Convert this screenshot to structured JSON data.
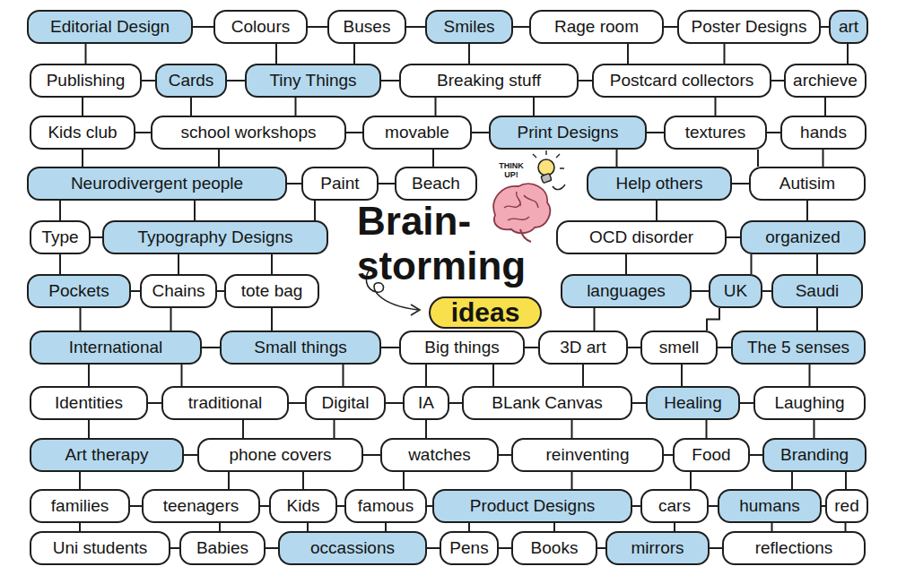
{
  "diagram": {
    "title": "Brain- storming",
    "nodes": [
      {
        "text": [
          "Editorial Design"
        ]
      },
      {
        "text": [
          "Colours"
        ]
      },
      {
        "text": [
          "Buses"
        ]
      },
      {
        "text": [
          "Smiles"
        ]
      },
      {
        "text": [
          "Rage room"
        ]
      },
      {
        "text": [
          "Poster Designs"
        ]
      },
      {
        "text": [
          "art"
        ]
      },
      {
        "text": [
          "Publishing"
        ]
      },
      {
        "text": [
          "Cards"
        ]
      },
      {
        "text": [
          "Tiny Things"
        ]
      },
      {
        "text": [
          "Breaking stuff"
        ]
      },
      {
        "text": [
          "Postcard collectors"
        ]
      },
      {
        "text": [
          "archieve"
        ]
      },
      {
        "text": [
          "Kids club"
        ]
      },
      {
        "text": [
          "school workshops"
        ]
      },
      {
        "text": [
          "movable"
        ]
      },
      {
        "text": [
          "Print Designs"
        ]
      },
      {
        "text": [
          "textures"
        ]
      },
      {
        "text": [
          "hands"
        ]
      },
      {
        "text": [
          "Neurodivergent people"
        ]
      },
      {
        "text": [
          "Paint"
        ]
      },
      {
        "text": [
          "Beach"
        ]
      },
      {
        "text": [
          "Help others"
        ]
      },
      {
        "text": [
          "Autisim"
        ]
      },
      {
        "text": [
          "Type"
        ]
      },
      {
        "text": [
          "Typography Designs"
        ]
      },
      {
        "text": [
          "OCD disorder"
        ]
      },
      {
        "text": [
          "organized"
        ]
      },
      {
        "text": [
          "Pockets"
        ]
      },
      {
        "text": [
          "Chains"
        ]
      },
      {
        "text": [
          "tote bag"
        ]
      },
      {
        "text": [
          "languages"
        ]
      },
      {
        "text": [
          "UK"
        ]
      },
      {
        "text": [
          "Saudi"
        ]
      },
      {
        "text": [
          "International"
        ]
      },
      {
        "text": [
          "Small things"
        ]
      },
      {
        "text": [
          "Big things"
        ]
      },
      {
        "text": [
          "3D art"
        ]
      },
      {
        "text": [
          "smell"
        ]
      },
      {
        "text": [
          "The 5 senses"
        ]
      },
      {
        "text": [
          "Identities"
        ]
      },
      {
        "text": [
          "traditional"
        ]
      },
      {
        "text": [
          "Digital"
        ]
      },
      {
        "text": [
          "IA"
        ]
      },
      {
        "text": [
          "BLank Canvas"
        ]
      },
      {
        "text": [
          "Healing"
        ]
      },
      {
        "text": [
          "Laughing"
        ]
      },
      {
        "text": [
          "Art therapy"
        ]
      },
      {
        "text": [
          "phone covers"
        ]
      },
      {
        "text": [
          "watches"
        ]
      },
      {
        "text": [
          "reinventing"
        ]
      },
      {
        "text": [
          "Food"
        ]
      },
      {
        "text": [
          "Branding"
        ]
      },
      {
        "text": [
          "families"
        ]
      },
      {
        "text": [
          "teenagers"
        ]
      },
      {
        "text": [
          "Kids"
        ]
      },
      {
        "text": [
          "famous"
        ]
      },
      {
        "text": [
          "Product Designs"
        ]
      },
      {
        "text": [
          "cars"
        ]
      },
      {
        "text": [
          "humans"
        ]
      },
      {
        "text": [
          "red"
        ]
      },
      {
        "text": [
          "Uni students"
        ]
      },
      {
        "text": [
          "Babies"
        ]
      },
      {
        "text": [
          "occassions"
        ]
      },
      {
        "text": [
          "Pens"
        ]
      },
      {
        "text": [
          "Books"
        ]
      },
      {
        "text": [
          "mirrors"
        ]
      },
      {
        "text": [
          "reflections"
        ]
      },
      {
        "text": [
          "ideas"
        ]
      }
    ],
    "edges": [
      {
        "from": 0,
        "to": 1,
        "arrow": "none"
      },
      {
        "from": 1,
        "to": 2,
        "arrow": "none"
      },
      {
        "from": 2,
        "to": 3,
        "arrow": "none"
      },
      {
        "from": 3,
        "to": 4,
        "arrow": "none"
      },
      {
        "from": 4,
        "to": 5,
        "arrow": "none"
      },
      {
        "from": 5,
        "to": 6,
        "arrow": "none"
      },
      {
        "from": 7,
        "to": 8,
        "arrow": "none"
      },
      {
        "from": 8,
        "to": 9,
        "arrow": "none"
      },
      {
        "from": 9,
        "to": 10,
        "arrow": "none"
      },
      {
        "from": 10,
        "to": 11,
        "arrow": "none"
      },
      {
        "from": 11,
        "to": 12,
        "arrow": "none"
      },
      {
        "from": 13,
        "to": 14,
        "arrow": "none"
      },
      {
        "from": 14,
        "to": 15,
        "arrow": "none"
      },
      {
        "from": 15,
        "to": 16,
        "arrow": "none"
      },
      {
        "from": 16,
        "to": 17,
        "arrow": "none"
      },
      {
        "from": 17,
        "to": 18,
        "arrow": "none"
      },
      {
        "from": 19,
        "to": 20,
        "arrow": "none"
      },
      {
        "from": 20,
        "to": 21,
        "arrow": "none"
      },
      {
        "from": 22,
        "to": 23,
        "arrow": "none"
      },
      {
        "from": 24,
        "to": 25,
        "arrow": "none"
      },
      {
        "from": 26,
        "to": 27,
        "arrow": "none"
      },
      {
        "from": 28,
        "to": 29,
        "arrow": "none"
      },
      {
        "from": 29,
        "to": 30,
        "arrow": "none"
      },
      {
        "from": 31,
        "to": 32,
        "arrow": "none"
      },
      {
        "from": 32,
        "to": 33,
        "arrow": "none"
      },
      {
        "from": 34,
        "to": 35,
        "arrow": "none"
      },
      {
        "from": 35,
        "to": 36,
        "arrow": "none"
      },
      {
        "from": 36,
        "to": 37,
        "arrow": "none"
      },
      {
        "from": 37,
        "to": 38,
        "arrow": "none"
      },
      {
        "from": 38,
        "to": 39,
        "arrow": "none"
      },
      {
        "from": 40,
        "to": 41,
        "arrow": "none"
      },
      {
        "from": 41,
        "to": 42,
        "arrow": "none"
      },
      {
        "from": 42,
        "to": 43,
        "arrow": "none"
      },
      {
        "from": 43,
        "to": 44,
        "arrow": "none"
      },
      {
        "from": 44,
        "to": 45,
        "arrow": "none"
      },
      {
        "from": 45,
        "to": 46,
        "arrow": "none"
      },
      {
        "from": 47,
        "to": 48,
        "arrow": "none"
      },
      {
        "from": 48,
        "to": 49,
        "arrow": "none"
      },
      {
        "from": 49,
        "to": 50,
        "arrow": "none"
      },
      {
        "from": 50,
        "to": 51,
        "arrow": "none"
      },
      {
        "from": 51,
        "to": 52,
        "arrow": "none"
      },
      {
        "from": 53,
        "to": 54,
        "arrow": "none"
      },
      {
        "from": 54,
        "to": 55,
        "arrow": "none"
      },
      {
        "from": 55,
        "to": 56,
        "arrow": "none"
      },
      {
        "from": 56,
        "to": 57,
        "arrow": "none"
      },
      {
        "from": 57,
        "to": 58,
        "arrow": "none"
      },
      {
        "from": 58,
        "to": 59,
        "arrow": "none"
      },
      {
        "from": 59,
        "to": 60,
        "arrow": "none"
      },
      {
        "from": 61,
        "to": 62,
        "arrow": "none"
      },
      {
        "from": 62,
        "to": 63,
        "arrow": "none"
      },
      {
        "from": 63,
        "to": 64,
        "arrow": "none"
      },
      {
        "from": 64,
        "to": 65,
        "arrow": "none"
      },
      {
        "from": 65,
        "to": 66,
        "arrow": "none"
      },
      {
        "from": 66,
        "to": 67,
        "arrow": "none"
      },
      {
        "from": 0,
        "to": 7,
        "arrow": "none"
      },
      {
        "from": 1,
        "to": 9,
        "arrow": "none"
      },
      {
        "from": 2,
        "to": 9,
        "arrow": "none"
      },
      {
        "from": 3,
        "to": 10,
        "arrow": "none"
      },
      {
        "from": 4,
        "to": 11,
        "arrow": "none"
      },
      {
        "from": 5,
        "to": 11,
        "arrow": "none"
      },
      {
        "from": 6,
        "to": 12,
        "arrow": "none"
      },
      {
        "from": 7,
        "to": 13,
        "arrow": "none"
      },
      {
        "from": 8,
        "to": 14,
        "arrow": "none"
      },
      {
        "from": 9,
        "to": 14,
        "arrow": "none"
      },
      {
        "from": 10,
        "to": 15,
        "arrow": "none"
      },
      {
        "from": 10,
        "to": 16,
        "arrow": "none"
      },
      {
        "from": 11,
        "to": 17,
        "arrow": "none"
      },
      {
        "from": 12,
        "to": 18,
        "arrow": "none"
      },
      {
        "from": 13,
        "to": 19,
        "arrow": "none"
      },
      {
        "from": 14,
        "to": 19,
        "arrow": "none"
      },
      {
        "from": 15,
        "to": 21,
        "arrow": "none"
      },
      {
        "from": 16,
        "to": 22,
        "arrow": "none"
      },
      {
        "from": 17,
        "to": 23,
        "arrow": "none"
      },
      {
        "from": 18,
        "to": 23,
        "arrow": "none"
      },
      {
        "from": 19,
        "to": 24,
        "arrow": "none"
      },
      {
        "from": 19,
        "to": 25,
        "arrow": "none"
      },
      {
        "from": 20,
        "to": 25,
        "arrow": "none"
      },
      {
        "from": 22,
        "to": 26,
        "arrow": "none"
      },
      {
        "from": 23,
        "to": 27,
        "arrow": "none"
      },
      {
        "from": 24,
        "to": 28,
        "arrow": "none"
      },
      {
        "from": 25,
        "to": 29,
        "arrow": "none"
      },
      {
        "from": 25,
        "to": 30,
        "arrow": "none"
      },
      {
        "from": 26,
        "to": 31,
        "arrow": "none"
      },
      {
        "from": 27,
        "to": 32,
        "arrow": "none"
      },
      {
        "from": 27,
        "to": 33,
        "arrow": "none"
      },
      {
        "from": 28,
        "to": 34,
        "arrow": "none"
      },
      {
        "from": 29,
        "to": 34,
        "arrow": "none"
      },
      {
        "from": 30,
        "to": 35,
        "arrow": "none"
      },
      {
        "from": 31,
        "to": 37,
        "arrow": "none"
      },
      {
        "from": 32,
        "to": 38,
        "arrow": "none"
      },
      {
        "from": 33,
        "to": 39,
        "arrow": "none"
      },
      {
        "from": 34,
        "to": 40,
        "arrow": "none"
      },
      {
        "from": 34,
        "to": 41,
        "arrow": "none"
      },
      {
        "from": 35,
        "to": 42,
        "arrow": "none"
      },
      {
        "from": 36,
        "to": 43,
        "arrow": "none"
      },
      {
        "from": 36,
        "to": 44,
        "arrow": "none"
      },
      {
        "from": 37,
        "to": 44,
        "arrow": "none"
      },
      {
        "from": 38,
        "to": 45,
        "arrow": "none"
      },
      {
        "from": 39,
        "to": 46,
        "arrow": "none"
      },
      {
        "from": 40,
        "to": 47,
        "arrow": "none"
      },
      {
        "from": 41,
        "to": 48,
        "arrow": "none"
      },
      {
        "from": 42,
        "to": 48,
        "arrow": "none"
      },
      {
        "from": 43,
        "to": 49,
        "arrow": "none"
      },
      {
        "from": 44,
        "to": 50,
        "arrow": "none"
      },
      {
        "from": 45,
        "to": 51,
        "arrow": "none"
      },
      {
        "from": 46,
        "to": 52,
        "arrow": "none"
      },
      {
        "from": 47,
        "to": 53,
        "arrow": "none"
      },
      {
        "from": 48,
        "to": 54,
        "arrow": "none"
      },
      {
        "from": 48,
        "to": 55,
        "arrow": "none"
      },
      {
        "from": 49,
        "to": 56,
        "arrow": "none"
      },
      {
        "from": 50,
        "to": 57,
        "arrow": "none"
      },
      {
        "from": 51,
        "to": 58,
        "arrow": "none"
      },
      {
        "from": 52,
        "to": 59,
        "arrow": "none"
      },
      {
        "from": 52,
        "to": 60,
        "arrow": "none"
      },
      {
        "from": 53,
        "to": 61,
        "arrow": "none"
      },
      {
        "from": 54,
        "to": 62,
        "arrow": "none"
      },
      {
        "from": 55,
        "to": 63,
        "arrow": "none"
      },
      {
        "from": 56,
        "to": 63,
        "arrow": "none"
      },
      {
        "from": 57,
        "to": 64,
        "arrow": "none"
      },
      {
        "from": 57,
        "to": 65,
        "arrow": "none"
      },
      {
        "from": 58,
        "to": 66,
        "arrow": "none"
      },
      {
        "from": 59,
        "to": 67,
        "arrow": "none"
      },
      {
        "from": 60,
        "to": 67,
        "arrow": "none"
      }
    ],
    "labels": [
      "THINK UP!"
    ]
  }
}
